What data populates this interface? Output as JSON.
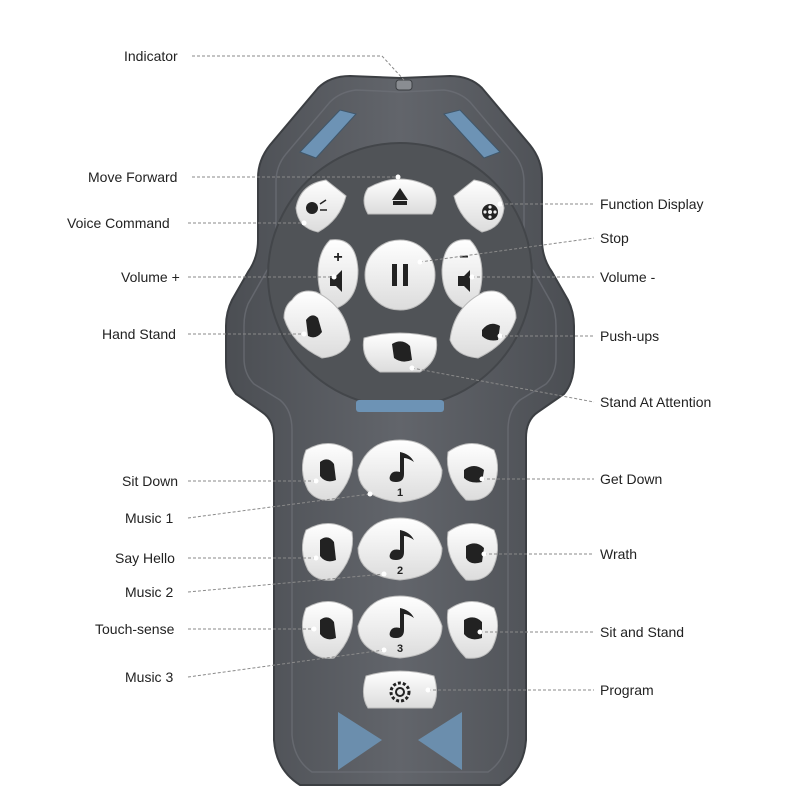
{
  "labels": {
    "indicator": "Indicator",
    "move_forward": "Move Forward",
    "voice_command": "Voice Command",
    "volume_plus": "Volume +",
    "hand_stand": "Hand Stand",
    "sit_down": "Sit Down",
    "music_1": "Music 1",
    "say_hello": "Say Hello",
    "music_2": "Music 2",
    "touch_sense": "Touch-sense",
    "music_3": "Music 3",
    "function_display": "Function Display",
    "stop": "Stop",
    "volume_minus": "Volume -",
    "push_ups": "Push-ups",
    "stand_at_attention": "Stand At Attention",
    "get_down": "Get Down",
    "wrath": "Wrath",
    "sit_and_stand": "Sit and Stand",
    "program": "Program"
  },
  "button_text": {
    "music_1": "1",
    "music_2": "2",
    "music_3": "3"
  },
  "colors": {
    "body": "#5d6066",
    "body_dark": "#4a4d52",
    "button": "#f3f3f3",
    "accent": "#6d93b5",
    "leader": "#8a8a8a"
  }
}
